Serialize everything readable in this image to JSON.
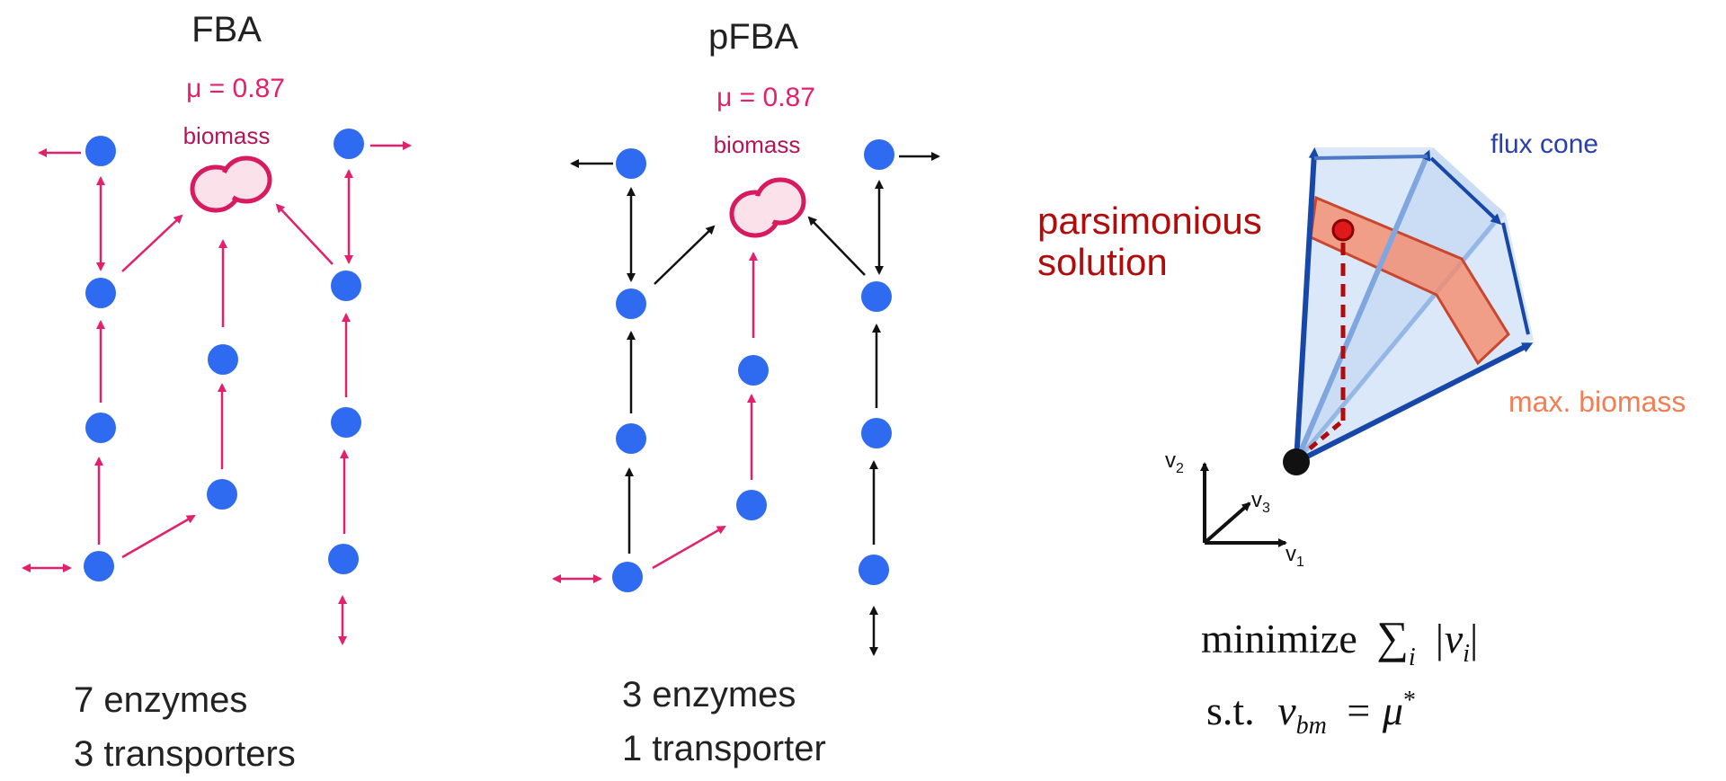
{
  "fba": {
    "title": "FBA",
    "mu": "μ = 0.87",
    "biomass": "biomass",
    "summary_line1": "7 enzymes",
    "summary_line2": "3 transporters"
  },
  "pfba": {
    "title": "pFBA",
    "mu": "μ = 0.87",
    "biomass": "biomass",
    "summary_line1": "3 enzymes",
    "summary_line2": "1 transporter"
  },
  "cone": {
    "flux_cone_label": "flux cone",
    "parsimonious_line1": "parsimonious",
    "parsimonious_line2": "solution",
    "max_biomass_label": "max. biomass",
    "axis_v1": "v",
    "axis_v1_sub": "1",
    "axis_v2": "v",
    "axis_v2_sub": "2",
    "axis_v3": "v",
    "axis_v3_sub": "3"
  },
  "equation": {
    "line1_word": "minimize",
    "line1_sum": "∑",
    "line1_sum_sub": "i",
    "line1_abs": "|v",
    "line1_abs_sub": "i",
    "line1_abs_end": "|",
    "line2_st": "s.t.",
    "line2_v": "v",
    "line2_v_sub": "bm",
    "line2_eq": "= μ",
    "line2_star": "*"
  },
  "colors": {
    "node": "#2f6bf0",
    "active": "#e3206b",
    "inactive": "#111111",
    "biomass_fill": "#fbe1ea",
    "biomass_stroke": "#d81b60",
    "cone_blue": "#1747a8",
    "cone_fill": "#cfe0f7",
    "band": "#f58b6c",
    "band_stroke": "#c9472e",
    "parsimonious": "#b00c0c",
    "max_biomass": "#f47d54"
  }
}
